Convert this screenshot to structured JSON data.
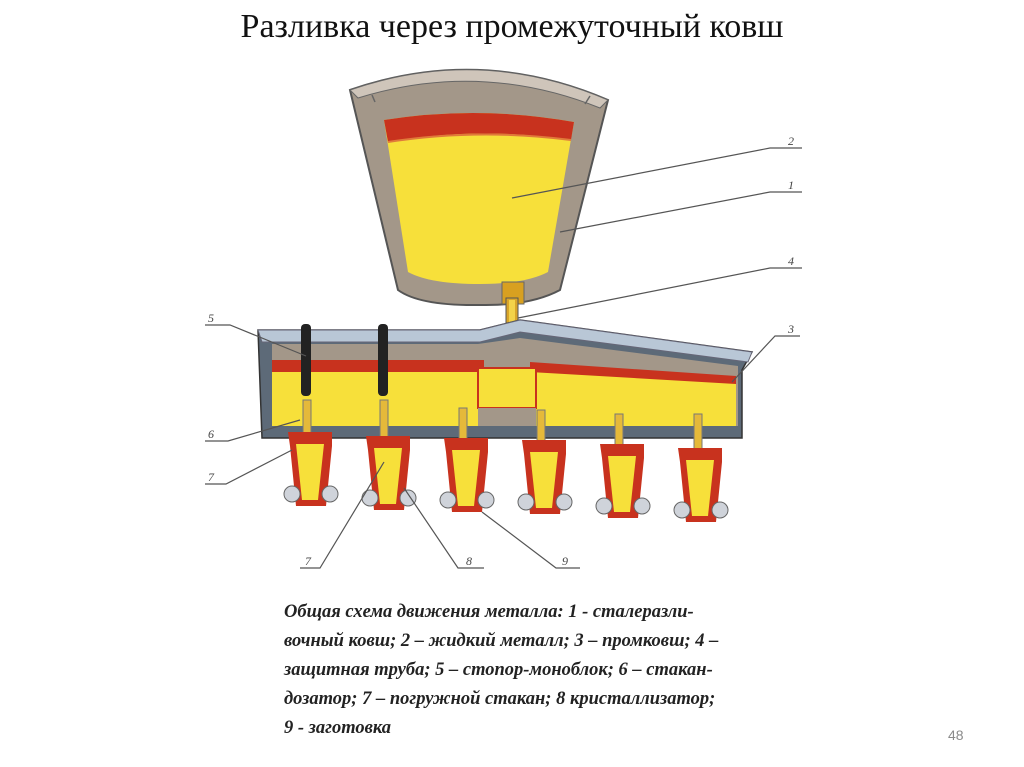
{
  "slide": {
    "title": "Разливка через промежуточный ковш",
    "page_number": "48"
  },
  "diagram": {
    "labels": {
      "l1": "1",
      "l2": "2",
      "l3": "3",
      "l4": "4",
      "l5": "5",
      "l6": "6",
      "l7a": "7",
      "l7b": "7",
      "l8": "8",
      "l9": "9"
    },
    "colors": {
      "metal": "#f7e03a",
      "slag": "#c8321e",
      "lining": "#a39789",
      "shell": "#5d6a78",
      "cover": "#b9c7d6",
      "mold": "#c8321e"
    }
  },
  "caption": {
    "lines": [
      "Общая схема движения металла: 1 - сталеразли-",
      "вочный ковш; 2 – жидкий металл; 3 – промковш; 4 –",
      "защитная труба; 5 – стопор-моноблок; 6 – стакан-",
      "дозатор; 7 – погружной стакан; 8 кристаллизатор;",
      "9 - заготовка"
    ]
  }
}
